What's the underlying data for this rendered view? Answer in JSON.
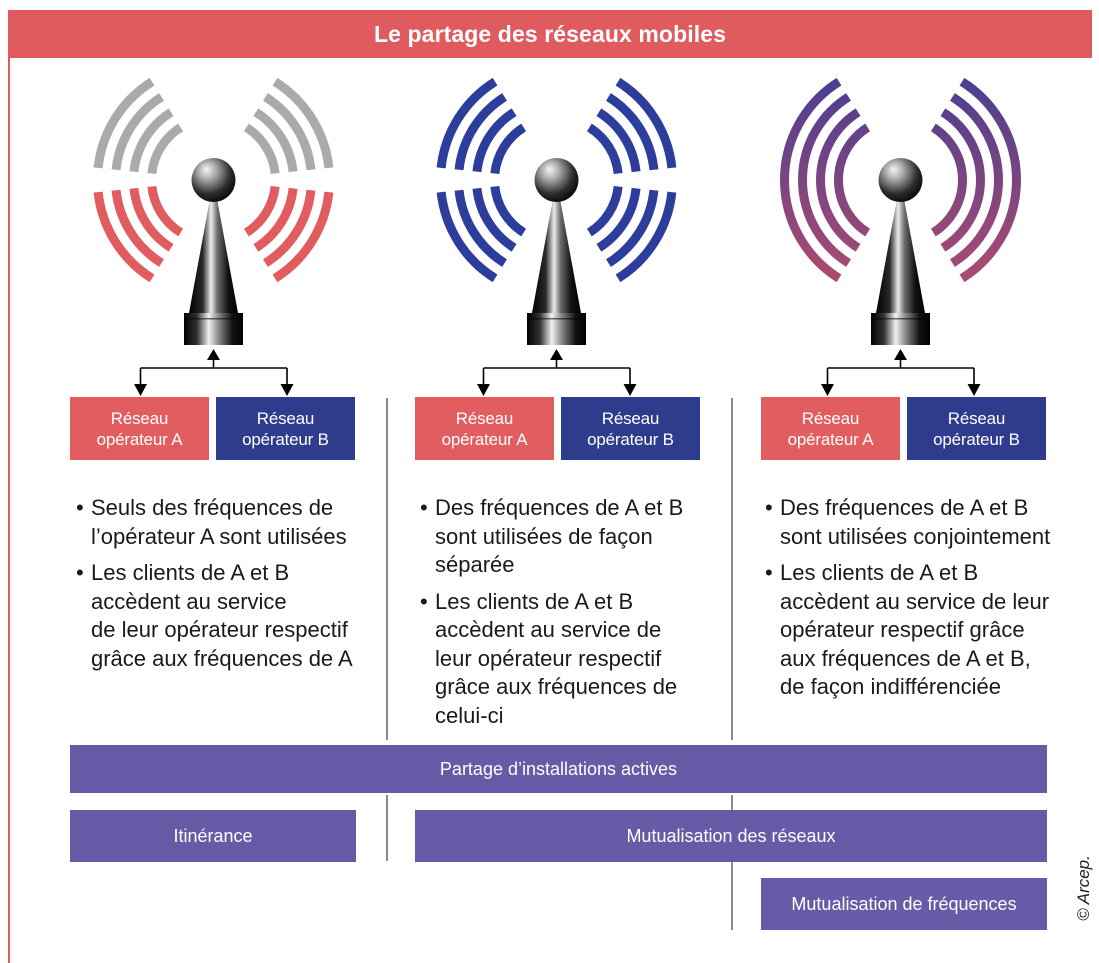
{
  "header": {
    "title": "Le partage des réseaux mobiles"
  },
  "colors": {
    "frame": "#e05b5e",
    "operator_a": "#e25d5f",
    "operator_b": "#2f3b8d",
    "bars": "#675aa6",
    "connectors": "#000000"
  },
  "columns": [
    {
      "icon": "antenna-icon",
      "waves": {
        "upper": "#aaaaaa",
        "lower": "#e15c5e"
      },
      "operator_a": "Réseau\nopérateur A",
      "operator_b": "Réseau\nopérateur B",
      "bullets": [
        "Seuls des fréquences de\nl’opérateur A sont utilisées",
        "Les clients de A et B\naccèdent au service\nde leur opérateur respectif\ngrâce aux fréquences de A"
      ]
    },
    {
      "icon": "antenna-icon",
      "waves": {
        "upper": "#2c3d9c",
        "lower": "#2c3d9c"
      },
      "operator_a": "Réseau\nopérateur A",
      "operator_b": "Réseau\nopérateur B",
      "bullets": [
        "Des fréquences de A et B\nsont utilisées de façon\nséparée",
        "Les clients de A et B\naccèdent au service de\nleur opérateur respectif\ngrâce aux fréquences de\ncelui-ci"
      ]
    },
    {
      "icon": "antenna-icon",
      "waves": {
        "gradient": [
          "#4a3e92",
          "#ad4b70"
        ]
      },
      "operator_a": "Réseau\nopérateur A",
      "operator_b": "Réseau\nopérateur B",
      "bullets": [
        "Des fréquences de A et B\nsont utilisées conjointement",
        "Les clients de A et B\naccèdent au service de leur\nopérateur respectif grâce\naux fréquences de A et B,\nde façon indifférenciée"
      ]
    }
  ],
  "bars": {
    "active_sharing": "Partage d’installations actives",
    "roaming": "Itinérance",
    "network_sharing": "Mutualisation des réseaux",
    "frequency_sharing": "Mutualisation de fréquences"
  },
  "credit": "© Arcep."
}
